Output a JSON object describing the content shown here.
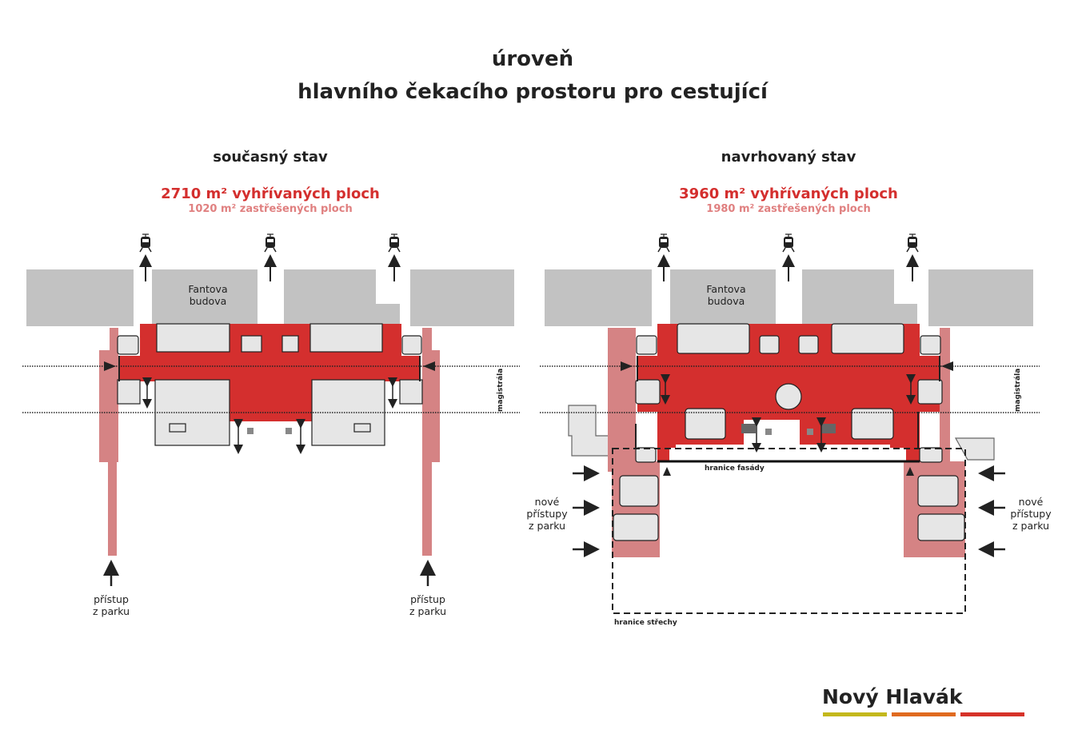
{
  "title": {
    "line1": "úroveň",
    "line2": "hlavního čekacího prostoru pro cestující"
  },
  "current": {
    "heading": "současný stav",
    "heated": "2710 m² vyhřívaných ploch",
    "covered": "1020 m² zastřešených ploch",
    "building_label_1": "Fantova",
    "building_label_2": "budova",
    "axis_label": "magistrála",
    "access_1": "přístup",
    "access_2": "z parku"
  },
  "proposed": {
    "heading": "navrhovaný stav",
    "heated": "3960 m² vyhřívaných ploch",
    "covered": "1980 m² zastřešených ploch",
    "building_label_1": "Fantova",
    "building_label_2": "budova",
    "axis_label": "magistrála",
    "facade_label": "hranice fasády",
    "roof_label": "hranice střechy",
    "access_1": "nové",
    "access_2": "přístupy",
    "access_3": "z parku"
  },
  "icons": {
    "train": "train-icon",
    "arrow": "arrow-icon",
    "elevator": "elevator-icon"
  },
  "logo": {
    "text": "Nový Hlavák",
    "colors": [
      "#c3b81c",
      "#e06a1e",
      "#d63228"
    ]
  },
  "colors": {
    "heated": "#d42f2e",
    "covered": "#d58384",
    "building": "#c2c2c2"
  }
}
